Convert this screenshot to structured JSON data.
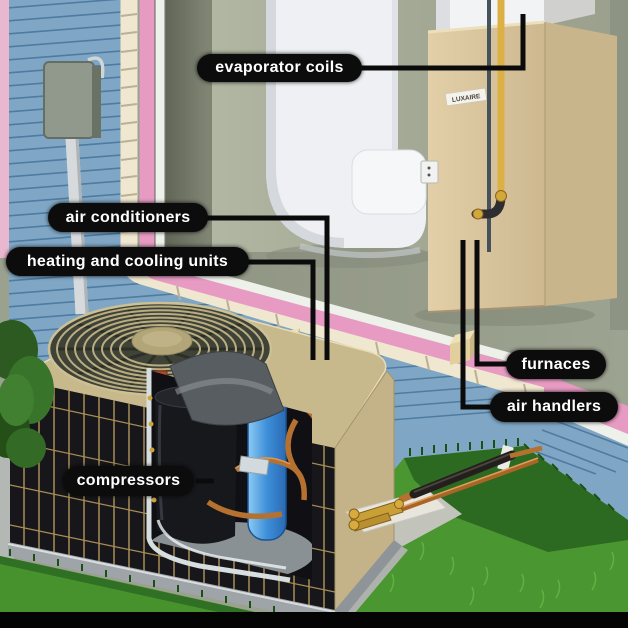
{
  "labels": {
    "evaporator_coils": "evaporator coils",
    "air_conditioners": "air conditioners",
    "heating_and_cooling_units": "heating and cooling units",
    "compressors": "compressors",
    "furnaces": "furnaces",
    "air_handlers": "air handlers"
  },
  "brand": {
    "furnace_badge": "LUXAIRE"
  },
  "colors": {
    "label_background": "#0c0c0c",
    "label_text": "#ffffff",
    "leader_line": "#0b0b0b",
    "siding_blue": "#7fa7c5",
    "insulation_pink": "#e79bc3",
    "sheathing_cream": "#efe7d0",
    "furnace_tan": "#d8c59e",
    "condenser_tan": "#c8b98d",
    "grille_dark": "#17171b",
    "coil_blue": "#2a77c4",
    "copper_pipe": "#b5712f",
    "gas_line_yellow": "#ddb045",
    "grass_green": "#4a9630"
  }
}
